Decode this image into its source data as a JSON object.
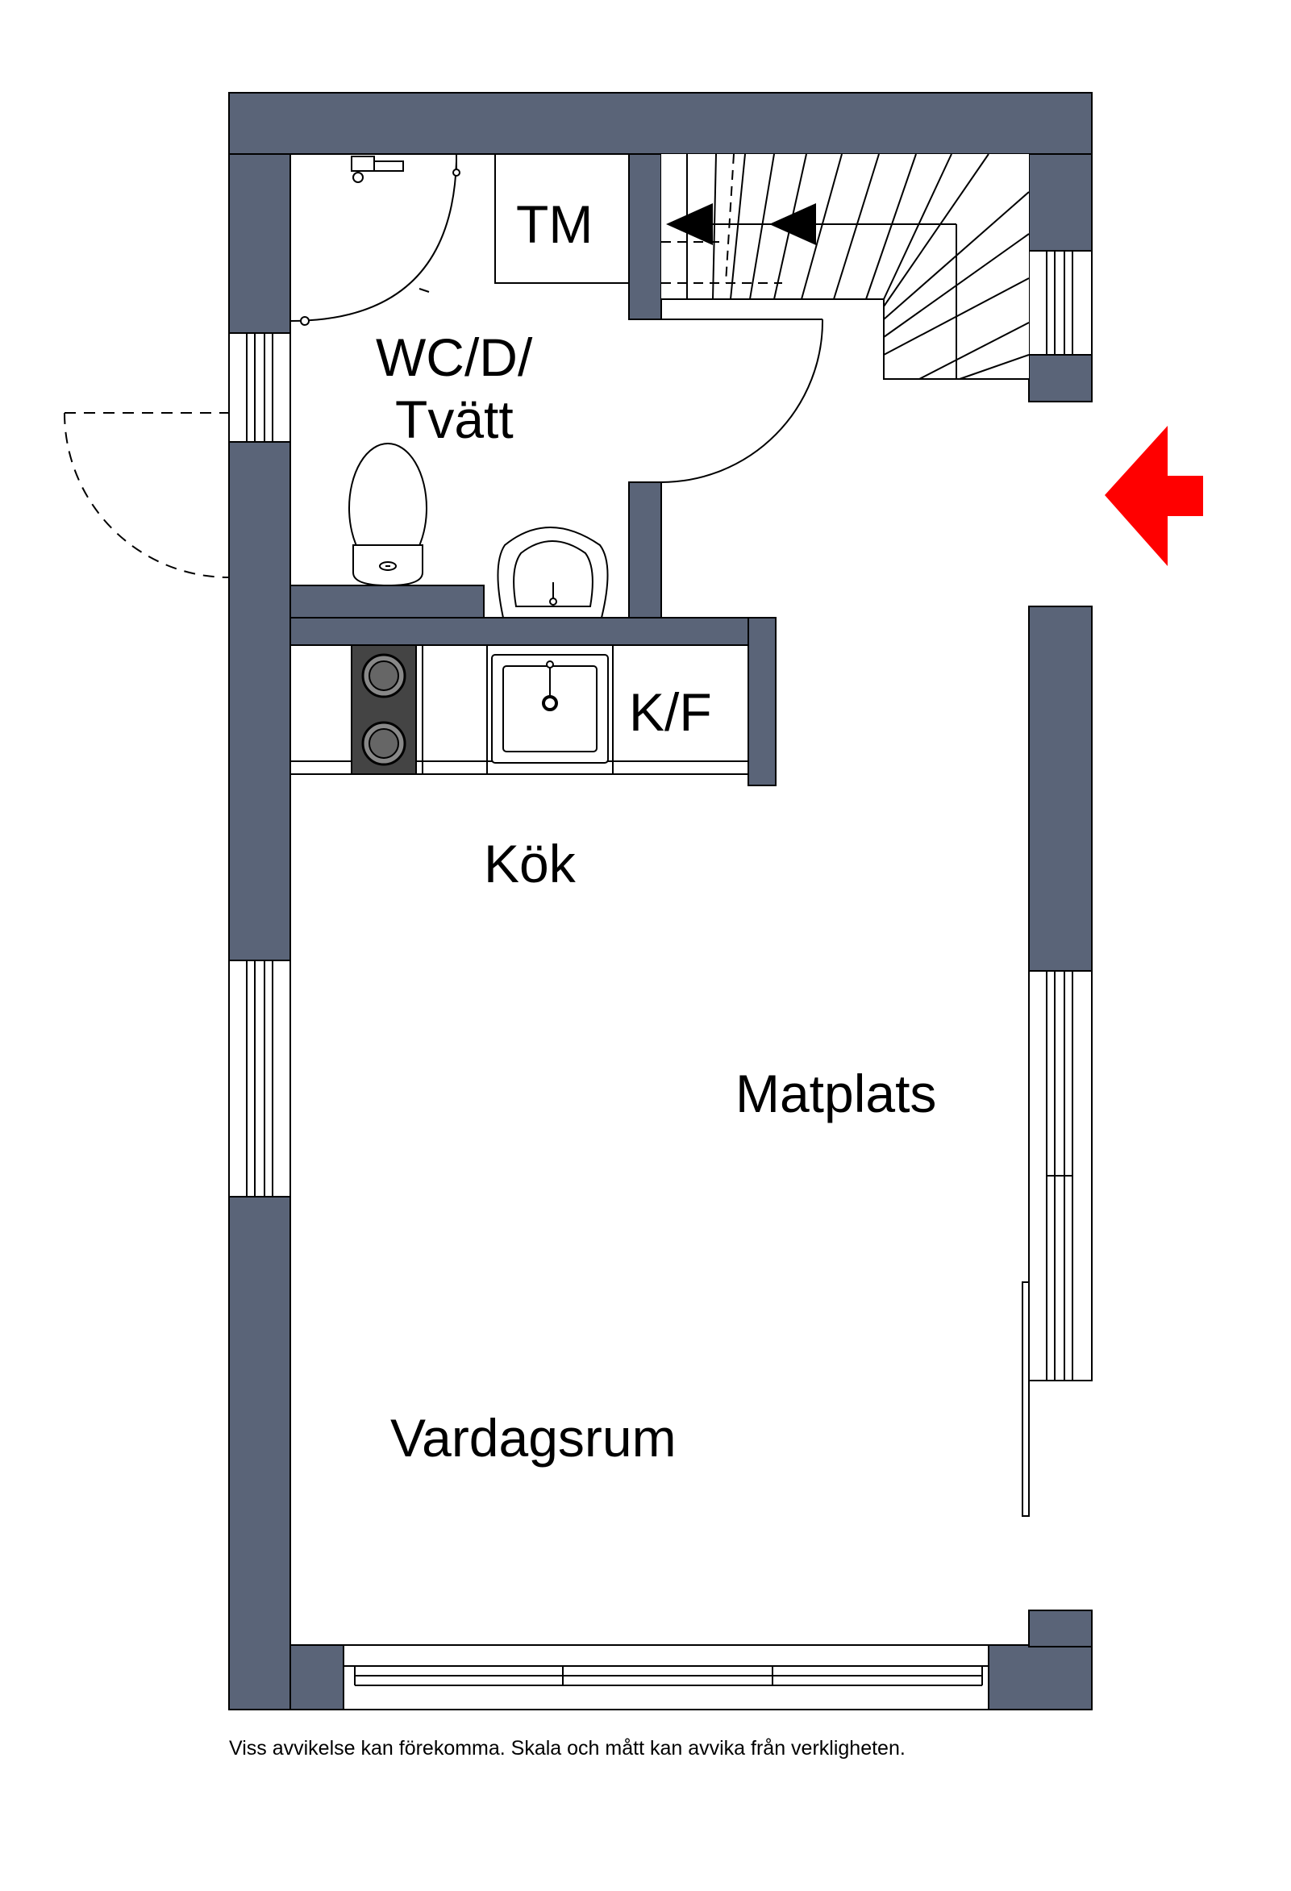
{
  "rooms": {
    "wc": {
      "line1": "WC/D/",
      "line2": "Tvätt"
    },
    "tm": "TM",
    "kf": "K/F",
    "kitchen": "Kök",
    "dining": "Matplats",
    "living": "Vardagsrum"
  },
  "disclaimer": "Viss avvikelse kan förekomma. Skala och mått kan avvika från verkligheten.",
  "colors": {
    "wall": "#5a6478",
    "outline": "#000000",
    "entrance_arrow": "#ff0000",
    "stove": "#444444"
  },
  "icons": [
    "entrance-arrow-icon",
    "stair-direction-arrow-icon",
    "toilet-icon",
    "washbasin-icon",
    "shower-icon",
    "stove-icon",
    "kitchen-sink-icon"
  ]
}
